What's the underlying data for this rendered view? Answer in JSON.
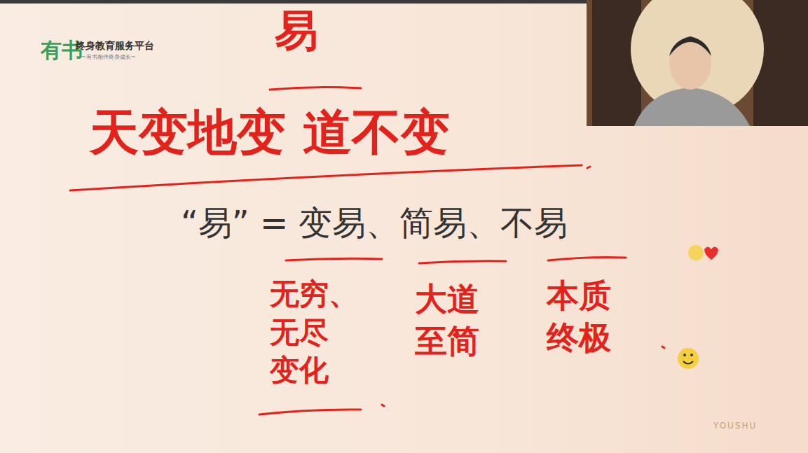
{
  "diagram": {
    "title": "易",
    "labels": [
      "有书",
      "终身教育服务平台",
      "~有书相伴终身成长~",
      "天变地变 道不变",
      "“易” = 变易、简易、不易",
      "无穷、无尽 变化",
      "大道 至简",
      "本质 终极",
      "YOUSHU"
    ]
  }
}
